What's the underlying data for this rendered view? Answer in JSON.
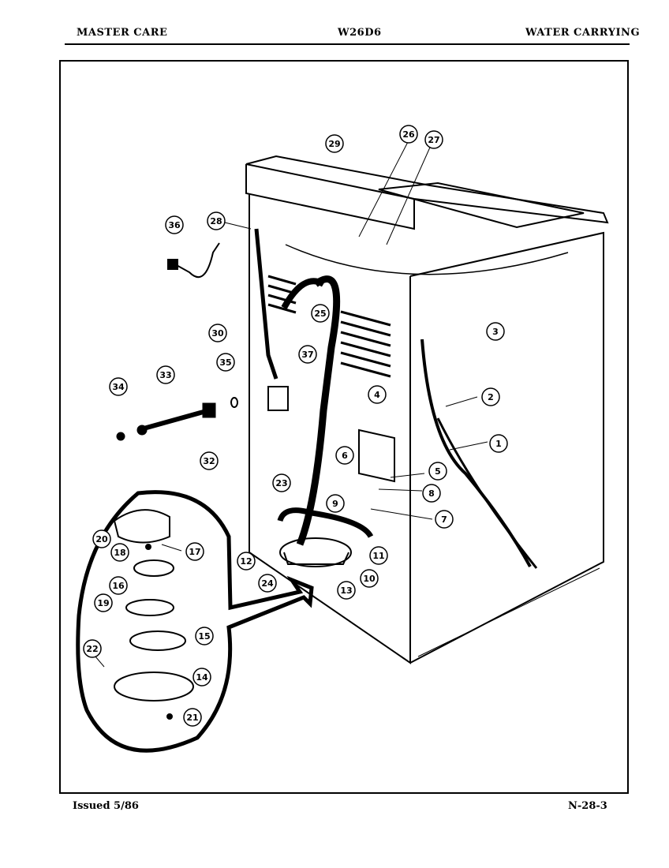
{
  "header": {
    "brand": "MASTER CARE",
    "model": "W26D6",
    "section": "WATER CARRYING"
  },
  "footer": {
    "issued": "Issued 5/86",
    "page_code": "N-28-3"
  },
  "callouts": [
    "1",
    "2",
    "3",
    "4",
    "5",
    "6",
    "7",
    "8",
    "9",
    "10",
    "11",
    "12",
    "13",
    "14",
    "15",
    "16",
    "17",
    "18",
    "19",
    "20",
    "21",
    "22",
    "23",
    "24",
    "25",
    "26",
    "27",
    "28",
    "29",
    "30",
    "32",
    "33",
    "34",
    "35",
    "36",
    "37"
  ],
  "colors": {
    "ink": "#000000",
    "paper": "#ffffff"
  }
}
